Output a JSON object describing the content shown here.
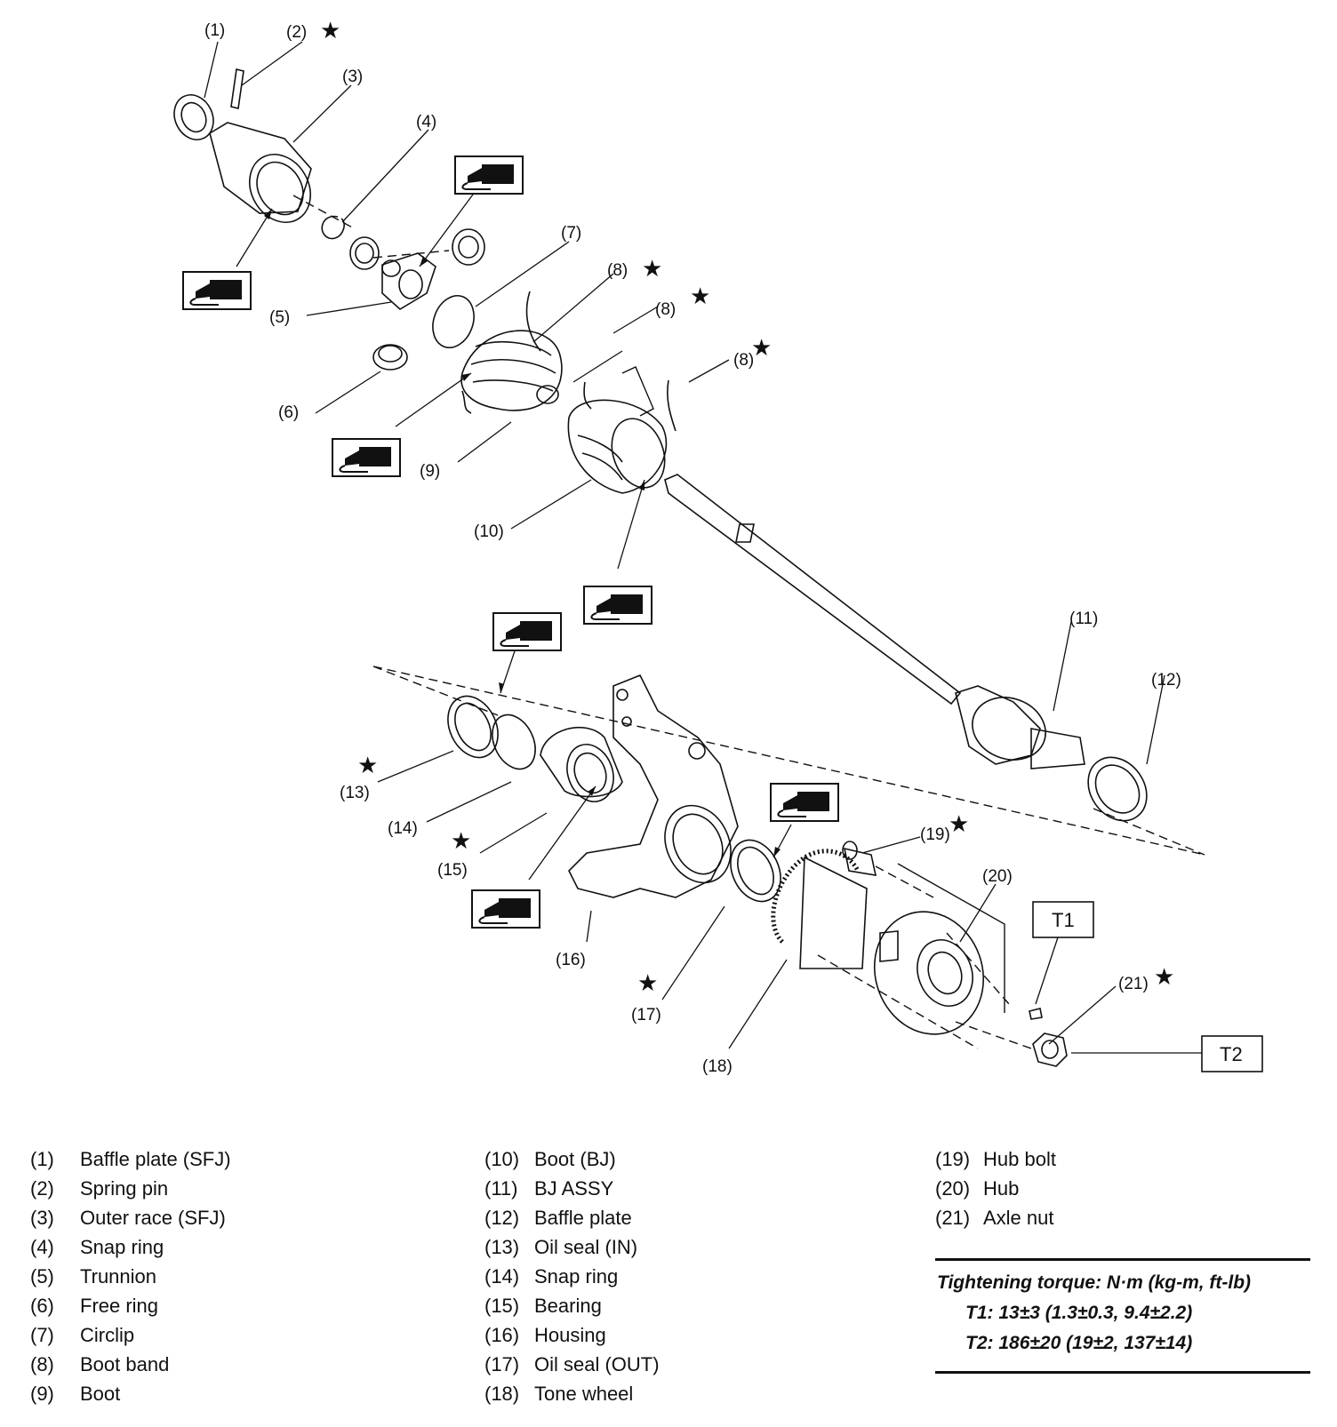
{
  "callouts": {
    "c1": "(1)",
    "c2": "(2)",
    "c3": "(3)",
    "c4": "(4)",
    "c5": "(5)",
    "c6": "(6)",
    "c7": "(7)",
    "c8a": "(8)",
    "c8b": "(8)",
    "c8c": "(8)",
    "c9": "(9)",
    "c10": "(10)",
    "c11": "(11)",
    "c12": "(12)",
    "c13": "(13)",
    "c14": "(14)",
    "c15": "(15)",
    "c16": "(16)",
    "c17": "(17)",
    "c18": "(18)",
    "c19": "(19)",
    "c20": "(20)",
    "c21": "(21)",
    "t1": "T1",
    "t2": "T2"
  },
  "legend": {
    "col1": [
      {
        "num": "(1)",
        "name": "Baffle plate (SFJ)"
      },
      {
        "num": "(2)",
        "name": "Spring pin"
      },
      {
        "num": "(3)",
        "name": "Outer race (SFJ)"
      },
      {
        "num": "(4)",
        "name": "Snap ring"
      },
      {
        "num": "(5)",
        "name": "Trunnion"
      },
      {
        "num": "(6)",
        "name": "Free ring"
      },
      {
        "num": "(7)",
        "name": "Circlip"
      },
      {
        "num": "(8)",
        "name": "Boot band"
      },
      {
        "num": "(9)",
        "name": "Boot"
      }
    ],
    "col2": [
      {
        "num": "(10)",
        "name": "Boot (BJ)"
      },
      {
        "num": "(11)",
        "name": "BJ ASSY"
      },
      {
        "num": "(12)",
        "name": "Baffle plate"
      },
      {
        "num": "(13)",
        "name": "Oil seal (IN)"
      },
      {
        "num": "(14)",
        "name": "Snap ring"
      },
      {
        "num": "(15)",
        "name": "Bearing"
      },
      {
        "num": "(16)",
        "name": "Housing"
      },
      {
        "num": "(17)",
        "name": "Oil seal (OUT)"
      },
      {
        "num": "(18)",
        "name": "Tone wheel"
      }
    ],
    "col3": [
      {
        "num": "(19)",
        "name": "Hub bolt"
      },
      {
        "num": "(20)",
        "name": "Hub"
      },
      {
        "num": "(21)",
        "name": "Axle nut"
      }
    ]
  },
  "torque": {
    "heading": "Tightening torque: N·m (kg-m, ft-lb)",
    "t1": "T1: 13±3 (1.3±0.3, 9.4±2.2)",
    "t2": "T2: 186±20 (19±2, 137±14)"
  }
}
